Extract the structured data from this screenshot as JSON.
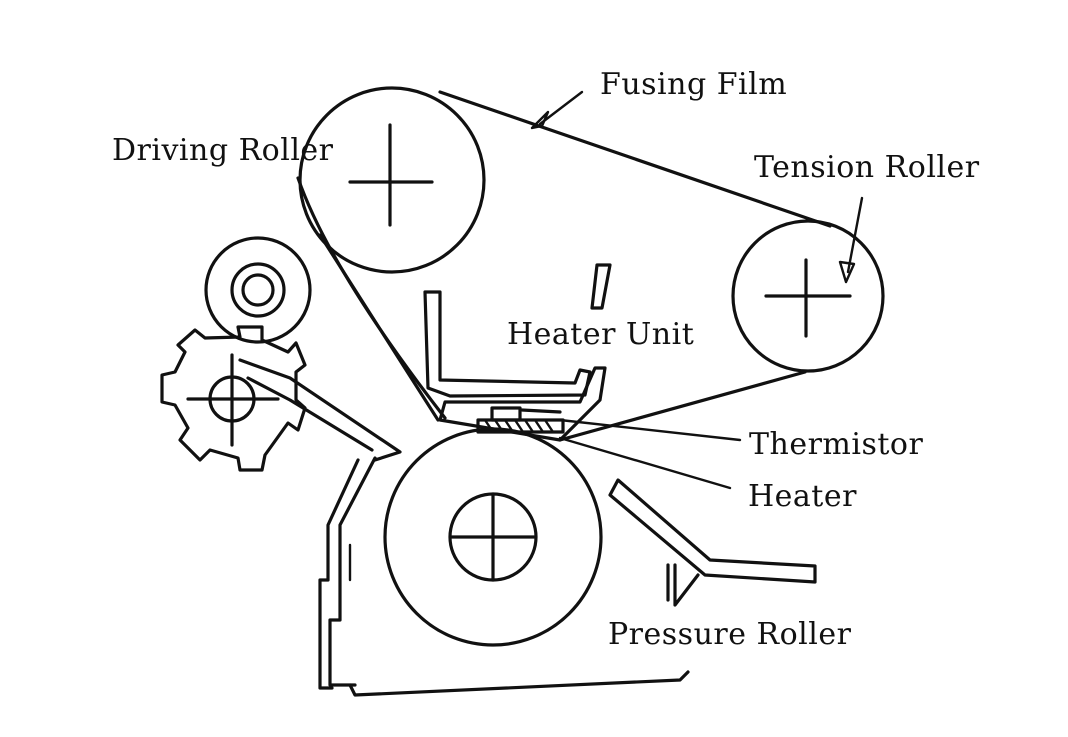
{
  "labels": {
    "fusing_film": "Fusing Film",
    "driving_roller": "Driving Roller",
    "tension_roller": "Tension Roller",
    "heater_unit": "Heater Unit",
    "thermistor": "Thermistor",
    "heater": "Heater",
    "pressure_roller": "Pressure Roller"
  }
}
